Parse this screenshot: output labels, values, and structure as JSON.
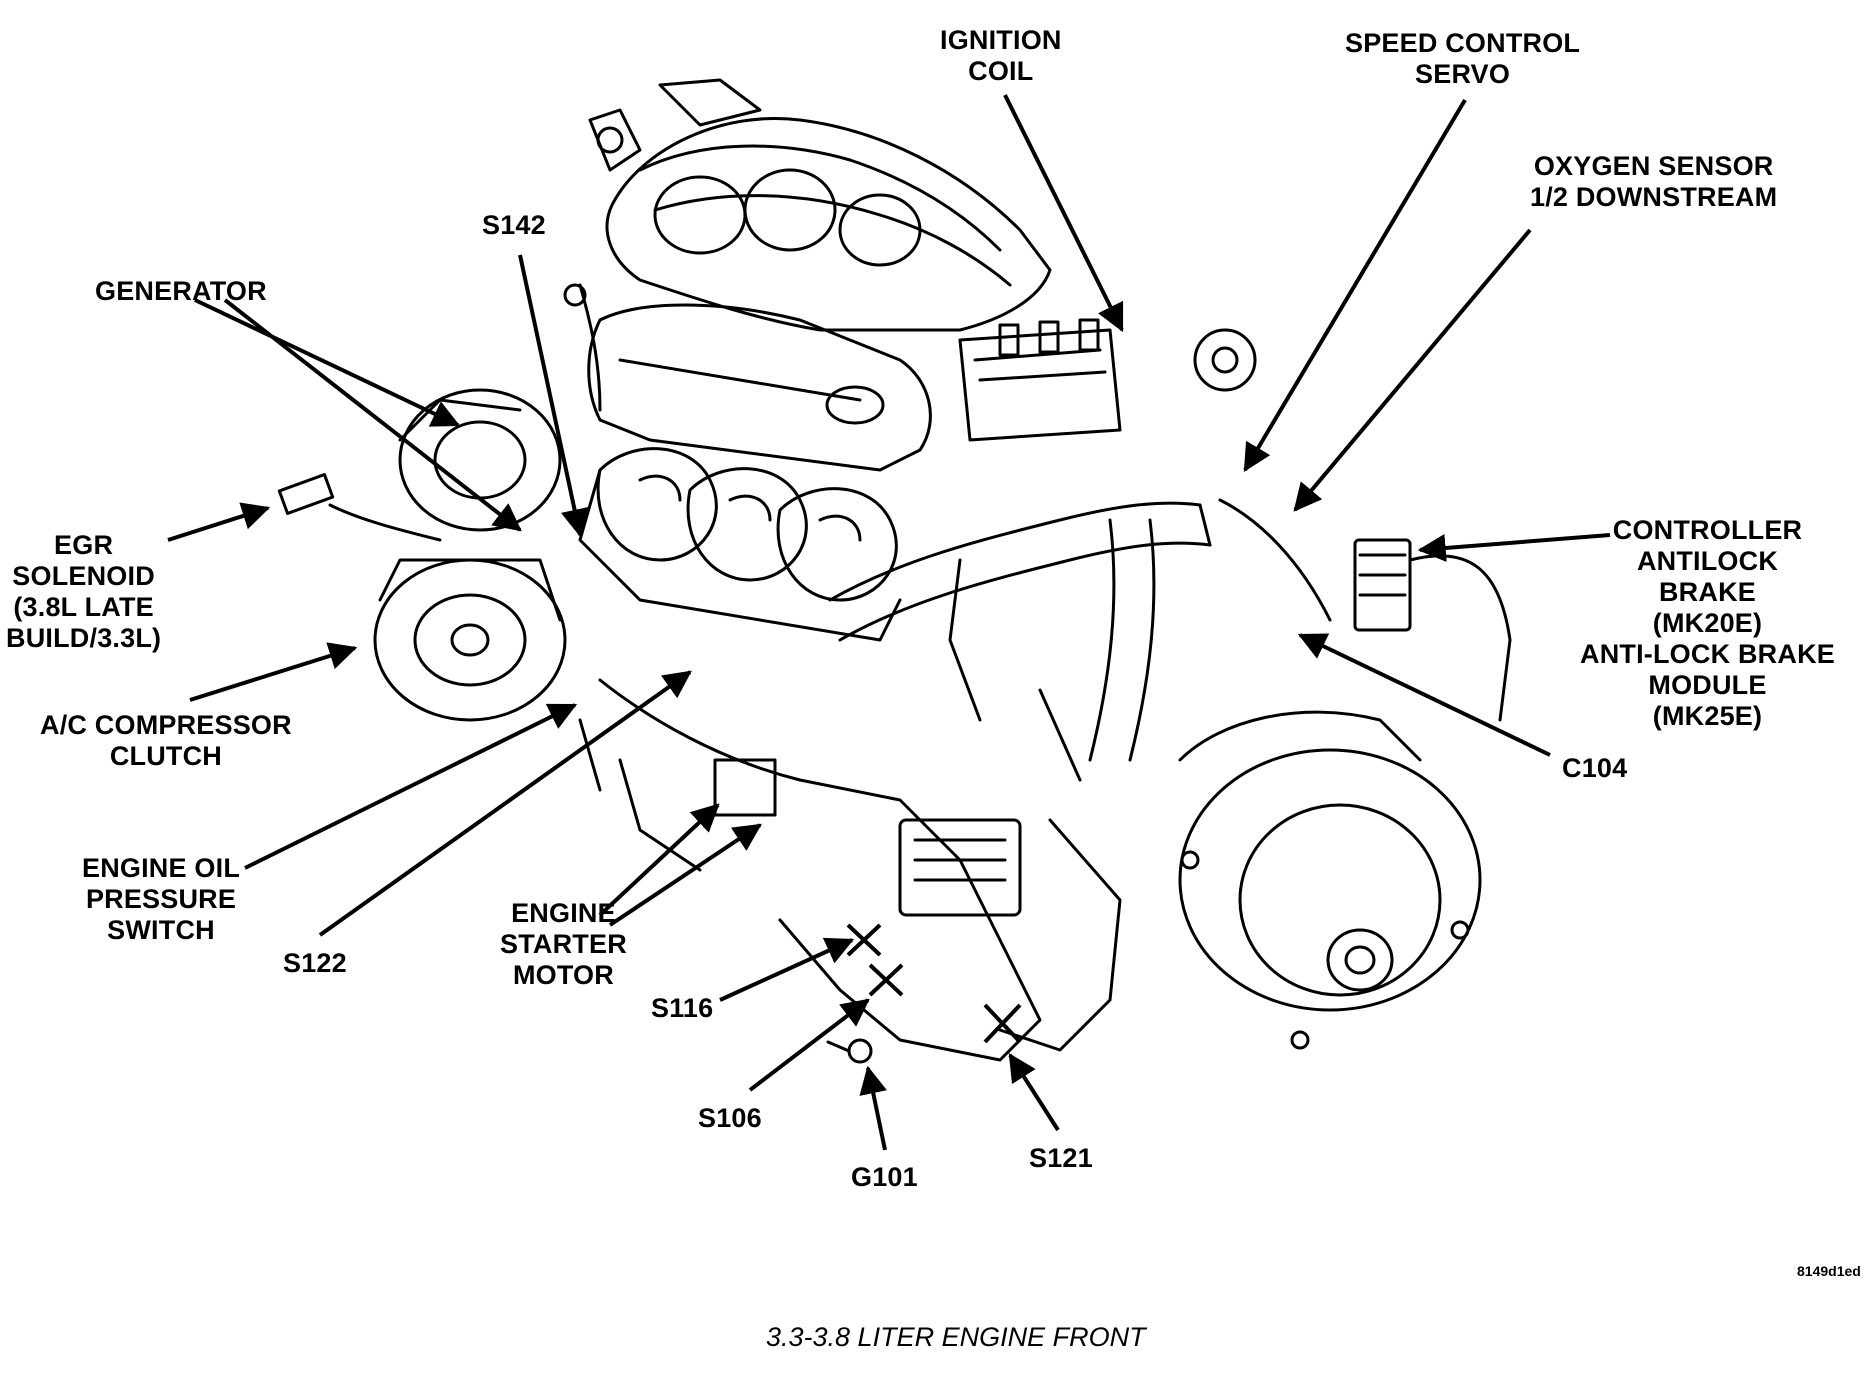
{
  "labels": {
    "ignition_coil": [
      "IGNITION",
      "COIL"
    ],
    "speed_control_servo": [
      "SPEED CONTROL",
      "SERVO"
    ],
    "oxygen_sensor": [
      "OXYGEN SENSOR",
      "1/2 DOWNSTREAM"
    ],
    "s142": "S142",
    "generator": "GENERATOR",
    "egr_solenoid": [
      "EGR",
      "SOLENOID",
      "(3.8L LATE",
      "BUILD/3.3L)"
    ],
    "controller_antilock": [
      "CONTROLLER",
      "ANTILOCK",
      "BRAKE",
      "(MK20E)",
      "ANTI-LOCK BRAKE",
      "MODULE",
      "(MK25E)"
    ],
    "ac_compressor_clutch": [
      "A/C COMPRESSOR",
      "CLUTCH"
    ],
    "c104": "C104",
    "engine_oil_pressure_switch": [
      "ENGINE OIL",
      "PRESSURE",
      "SWITCH"
    ],
    "engine_starter_motor": [
      "ENGINE",
      "STARTER",
      "MOTOR"
    ],
    "s122": "S122",
    "s116": "S116",
    "s106": "S106",
    "g101": "G101",
    "s121": "S121"
  },
  "figure_code": "8149d1ed",
  "caption": "3.3-3.8 LITER ENGINE FRONT"
}
